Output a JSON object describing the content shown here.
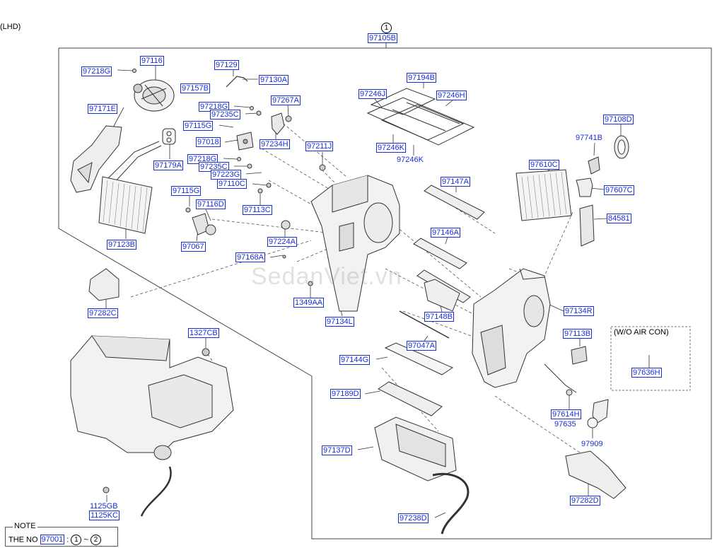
{
  "header": {
    "variant": "(LHD)",
    "assembly_index": "1",
    "assembly_part": "97105B"
  },
  "watermark": "SedanViet.vn",
  "wo_aircon": {
    "title": "(W/O AIR CON)",
    "part": "97636H"
  },
  "note": {
    "title": "NOTE",
    "prefix": "THE NO",
    "part": "97001",
    "colon": ":",
    "from": "1",
    "tilde": "~",
    "to": "2"
  },
  "parts": [
    "97218G",
    "97116",
    "97129",
    "97130A",
    "97157B",
    "97171E",
    "97218G",
    "97267A",
    "97235C",
    "97115G",
    "97234H",
    "97018",
    "97179A",
    "97218G",
    "97235C",
    "97223G",
    "97110C",
    "97115G",
    "97116D",
    "97113C",
    "97067",
    "97224A",
    "97123B",
    "97168A",
    "97211J",
    "97194B",
    "97246J",
    "97246H",
    "97246K",
    "97246K",
    "97108D",
    "97741B",
    "97610C",
    "97607C",
    "84581",
    "97147A",
    "97146A",
    "1349AA",
    "97134L",
    "97148B",
    "97134R",
    "97282C",
    "1327CB",
    "97113B",
    "97047A",
    "97144G",
    "97189D",
    "97614H",
    "97635",
    "97909",
    "97137D",
    "97282D",
    "97238D",
    "1125GB",
    "1125KC"
  ]
}
